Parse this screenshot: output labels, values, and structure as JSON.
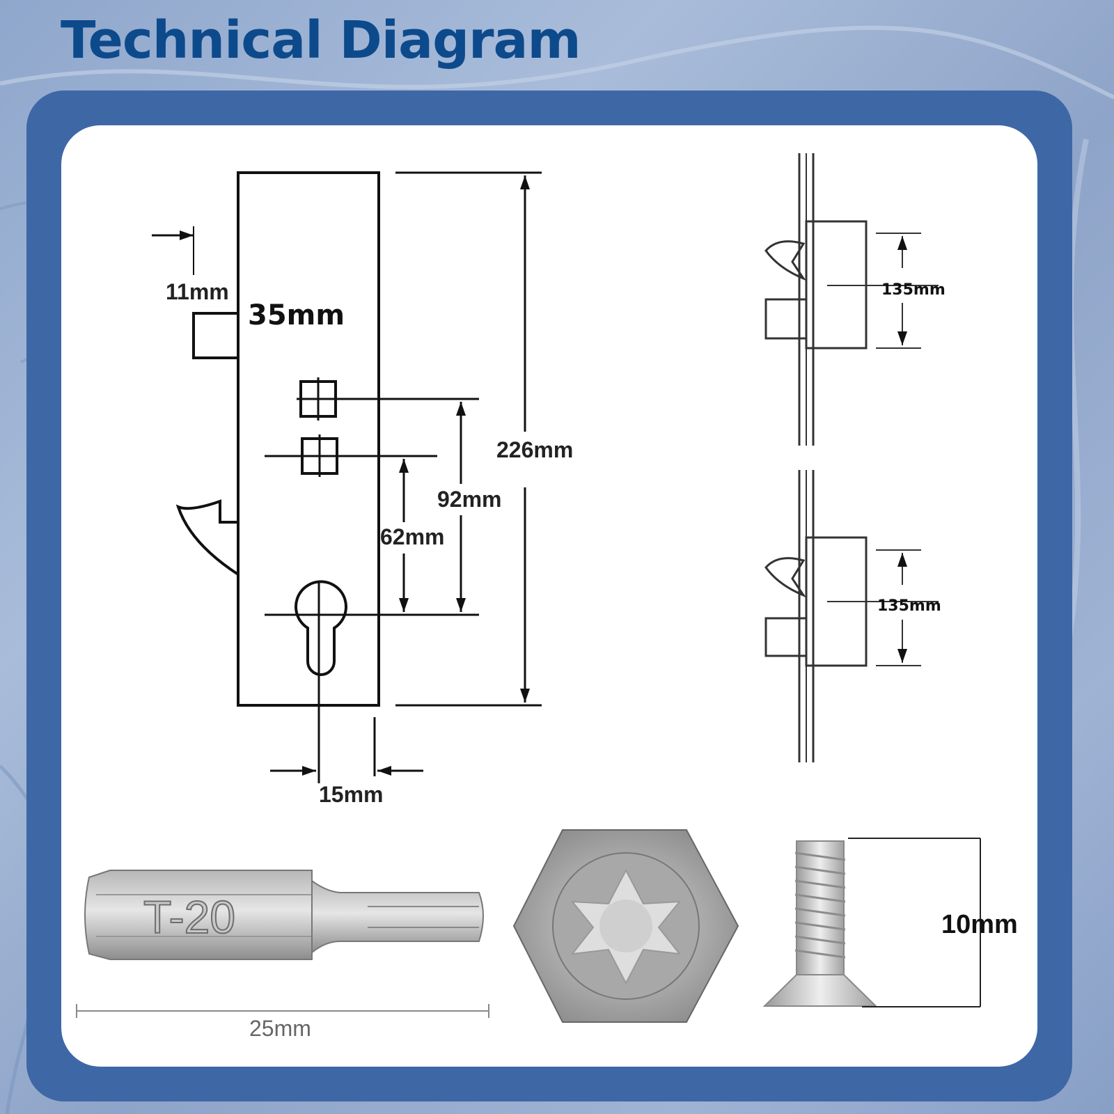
{
  "title": "Technical Diagram",
  "lock_diagram": {
    "label_11": "11mm",
    "label_35": "35mm",
    "label_226": "226mm",
    "label_92": "92mm",
    "label_62": "62mm",
    "label_15": "15mm"
  },
  "side_views": {
    "top_label": "135mm",
    "bottom_label": "135mm"
  },
  "bit": {
    "engraving": "T-20",
    "length_label": "25mm"
  },
  "screw": {
    "length_label": "10mm"
  }
}
